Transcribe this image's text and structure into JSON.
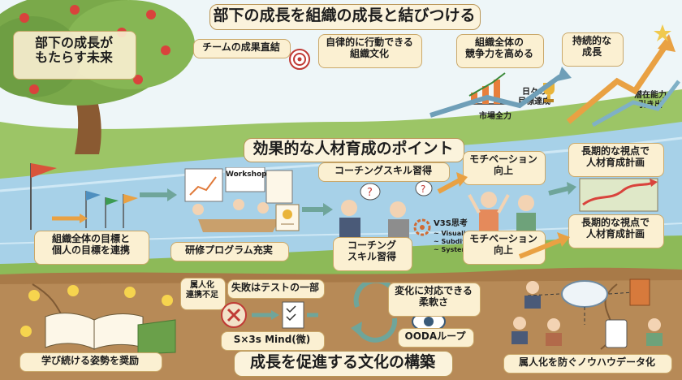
{
  "title_top": "部下の成長を組織の成長と結びつける",
  "tree_title": "部下の成長が\nもたらす未来",
  "future": {
    "team": "チームの成果直結",
    "autonomy": "自律的に行動できる\n組織文化",
    "competitive": "組織全体の\n競争力を高める",
    "market": "市場全力",
    "daily_goal": "日々の\n目標達成",
    "sustainable": "持続的な\n成長",
    "potential": "潜在能力\n引き出"
  },
  "points_title": "効果的な人材育成のポイント",
  "points": {
    "goals": "組織全体の目標と\n個人の目標を連携",
    "training": "研修プログラム充実",
    "workshop": "Workshop",
    "coaching_top": "コーチングスキル習得",
    "coaching_bottom": "コーチング\nスキル習得",
    "motivation_top": "モチベーション\n向上",
    "motivation_bottom": "モチベーション\n向上",
    "longterm_top": "長期的な視点で\n人材育成計画",
    "longterm_bottom": "長期的な視点で\n人材育成計画",
    "v3s_title": "V3S思考",
    "v3s_items": [
      "~ Visualize",
      "~ Subdivide",
      "~ Systematize"
    ]
  },
  "culture_title": "成長を促進する文化の構築",
  "culture": {
    "learning": "学び続ける姿勢を奨励",
    "personal": "属人化\n連携不足",
    "failure": "失敗はテストの一部",
    "mind": "S×3s Mind(微)",
    "ooda": "OODAループ",
    "flex": "変化に対応できる\n柔軟さ",
    "knowhow": "属人化を防ぐノウハウデータ化"
  },
  "colors": {
    "sky": "#eef6f8",
    "river": "#9fcbe4",
    "grass": "#8dba58",
    "soil": "#b78a57",
    "label_bg": "#fbf0d2",
    "arrow_orange": "#f0a24c",
    "arrow_green": "#6fa59a",
    "tree_leaf": "#7aa94a",
    "apple": "#d9433c"
  }
}
